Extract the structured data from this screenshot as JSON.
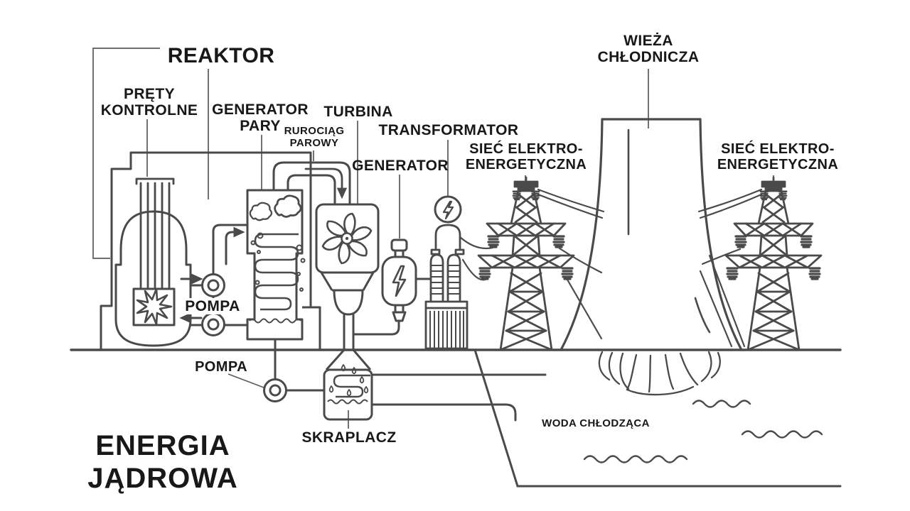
{
  "title": {
    "line1": "ENERGIA",
    "line2": "JĄDROWA"
  },
  "labels": {
    "reaktor": "REAKTOR",
    "prety_kontrolne": [
      "PRĘTY",
      "KONTROLNE"
    ],
    "generator_pary": [
      "GENERATOR",
      "PARY"
    ],
    "rurociag_parowy": [
      "RUROCIĄG",
      "PAROWY"
    ],
    "turbina": "TURBINA",
    "generator": "GENERATOR",
    "transformator": "TRANSFORMATOR",
    "siec_left": [
      "SIEĆ ELEKTRO-",
      "ENERGETYCZNA"
    ],
    "siec_right": [
      "SIEĆ ELEKTRO-",
      "ENERGETYCZNA"
    ],
    "wieza_chlodnicza": [
      "WIEŻA",
      "CHŁODNICZA"
    ],
    "pompa_primary": "POMPA",
    "pompa_condensate": "POMPA",
    "skraplacz": "SKRAPLACZ",
    "woda_chlodzaca": "WODA CHŁODZĄCA"
  },
  "colors": {
    "line": "#4a4a4a",
    "text": "#181818",
    "background": "#ffffff"
  }
}
